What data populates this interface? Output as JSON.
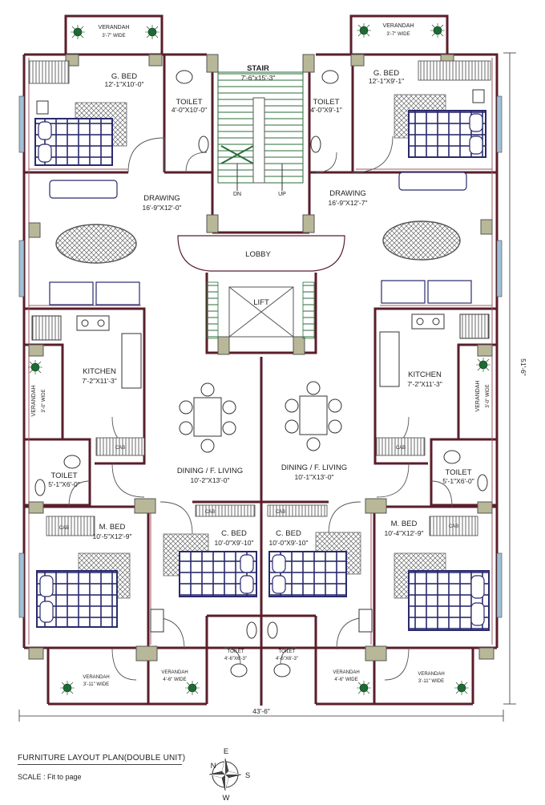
{
  "plan": {
    "title": "FURNITURE LAYOUT PLAN(DOUBLE UNIT)",
    "scale": "SCALE : Fit to page",
    "overall_width": "43'-6\"",
    "overall_length": "51'-6\"",
    "compass": {
      "n": "N",
      "e": "E",
      "s": "S",
      "w": "W"
    },
    "colors": {
      "wall": "#5a1e2a",
      "column": "#8c8c70",
      "furniture": "#2a2a6e",
      "plant": "#1e5a2a"
    }
  },
  "rooms": {
    "verandah_top_left": {
      "name": "VERANDAH",
      "dim": "3'-7\" WIDE"
    },
    "verandah_top_right": {
      "name": "VERANDAH",
      "dim": "3'-7\" WIDE"
    },
    "g_bed_left": {
      "name": "G. BED",
      "dim": "12'-1\"X10'-0\""
    },
    "g_bed_right": {
      "name": "G. BED",
      "dim": "12'-1\"X9'-1\""
    },
    "toilet_top_left": {
      "name": "TOILET",
      "dim": "4'-0\"X10'-0\""
    },
    "toilet_top_right": {
      "name": "TOILET",
      "dim": "4'-0\"X9'-1\""
    },
    "stair": {
      "name": "STAIR",
      "dim": "7'-6\"x15'-3\"",
      "dn": "DN",
      "up": "UP"
    },
    "drawing_left": {
      "name": "DRAWING",
      "dim": "16'-9\"X12'-0\""
    },
    "drawing_right": {
      "name": "DRAWING",
      "dim": "16'-9\"X12'-7\""
    },
    "lobby": {
      "name": "LOBBY"
    },
    "lift": {
      "name": "LIFT"
    },
    "kitchen_left": {
      "name": "KITCHEN",
      "dim": "7'-2\"X11'-3\""
    },
    "kitchen_right": {
      "name": "KITCHEN",
      "dim": "7'-2\"X11'-3\""
    },
    "verandah_side_left": {
      "name": "VERANDAH",
      "dim": "3'-0\" WIDE"
    },
    "verandah_side_right": {
      "name": "VERANDAH",
      "dim": "3'-0\" WIDE"
    },
    "dining_left": {
      "name": "DINING / F. LIVING",
      "dim": "10'-2\"X13'-0\""
    },
    "dining_right": {
      "name": "DINING / F. LIVING",
      "dim": "10'-1\"X13'-0\""
    },
    "toilet_mid_left": {
      "name": "TOILET",
      "dim": "5'-1\"X6'-0\""
    },
    "toilet_mid_right": {
      "name": "TOILET",
      "dim": "5'-1\"X6'-0\""
    },
    "m_bed_left": {
      "name": "M. BED",
      "dim": "10'-5\"X12'-9\""
    },
    "m_bed_right": {
      "name": "M. BED",
      "dim": "10'-4\"X12'-9\""
    },
    "c_bed_left": {
      "name": "C. BED",
      "dim": "10'-0\"X9'-10\""
    },
    "c_bed_right": {
      "name": "C. BED",
      "dim": "10'-0\"X9'-10\""
    },
    "toilet_bottom_left": {
      "name": "TOILET",
      "dim": "4'-6\"X6'-3\""
    },
    "toilet_bottom_right": {
      "name": "TOILET",
      "dim": "4'-6\"X6'-3\""
    },
    "verandah_bottom_outer_left": {
      "name": "VERANDAH",
      "dim": "3'-11\" WIDE"
    },
    "verandah_bottom_inner_left": {
      "name": "VERANDAH",
      "dim": "4'-6\" WIDE"
    },
    "verandah_bottom_inner_right": {
      "name": "VERANDAH",
      "dim": "4'-6\" WIDE"
    },
    "verandah_bottom_outer_right": {
      "name": "VERANDAH",
      "dim": "3'-11\" WIDE"
    }
  },
  "furniture": {
    "cabinet": "CAB"
  }
}
